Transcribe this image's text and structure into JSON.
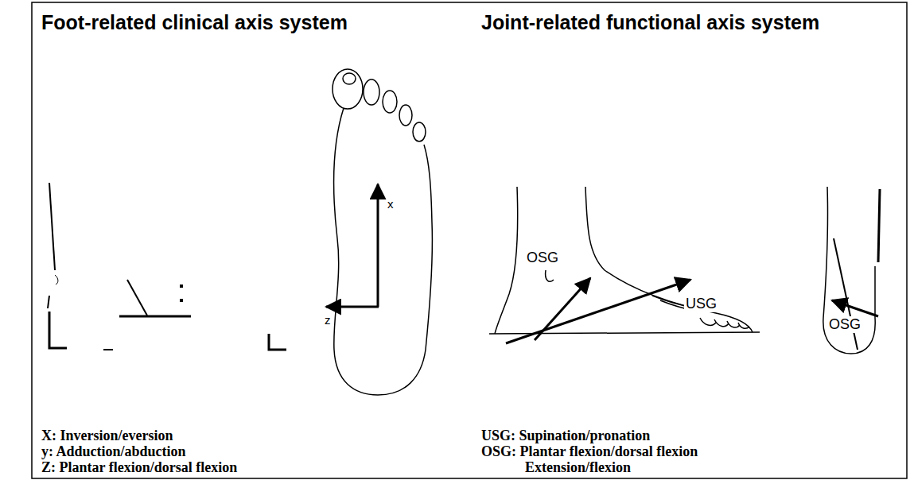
{
  "diagram": {
    "labels": [
      "Foot-related clinical axis system",
      "Joint-related functional axis system",
      "x",
      "z",
      "OSG",
      "USG",
      "OSG",
      "X: Inversion/eversion",
      "y: Adduction/abduction",
      "Z: Plantar flexion/dorsal flexion",
      "USG: Supination/pronation",
      "OSG: Plantar flexion/dorsal flexion",
      "Extension/flexion"
    ]
  }
}
